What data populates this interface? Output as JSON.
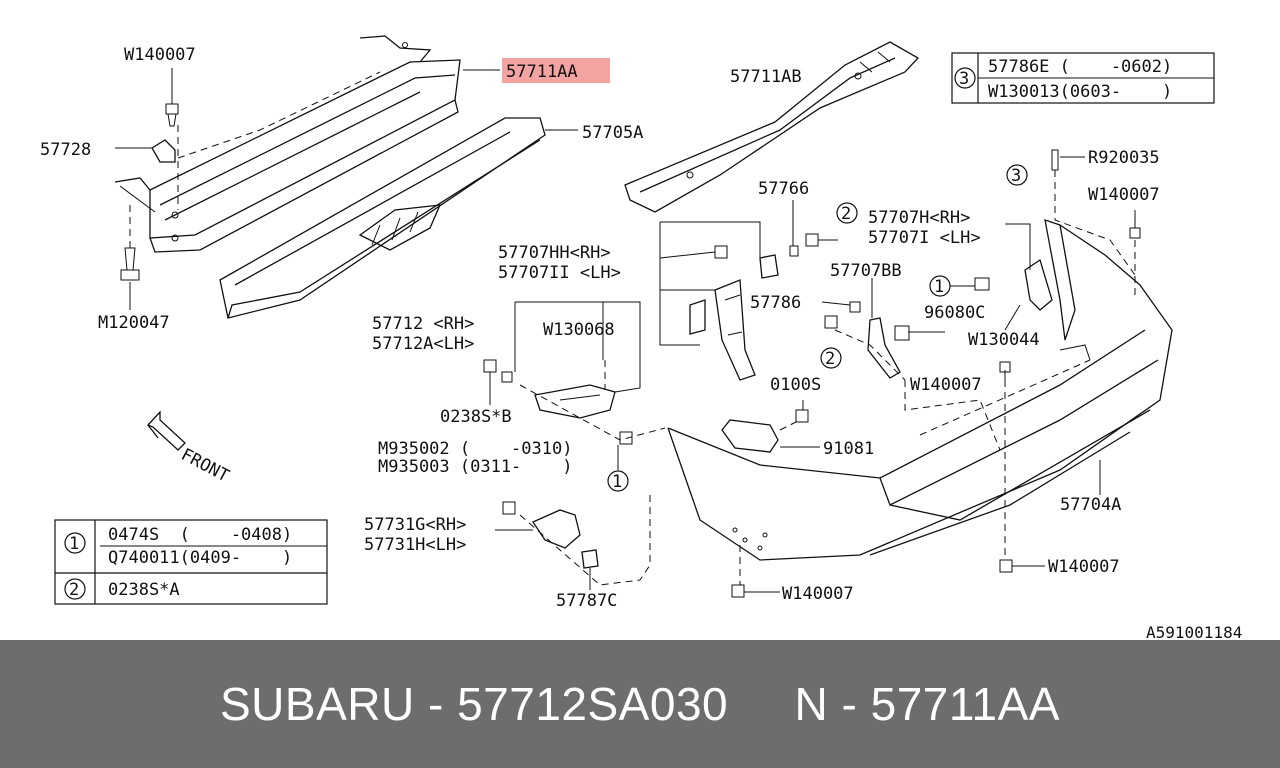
{
  "diagram": {
    "highlight_color": "#f4a3a3",
    "labels": {
      "w140007_top": "W140007",
      "p57711AA": "57711AA",
      "p57728": "57728",
      "p57705A": "57705A",
      "m120047": "M120047",
      "p57711AB": "57711AB",
      "p57766": "57766",
      "p57707HH": "57707HH<RH>",
      "p57707II": "57707II <LH>",
      "p57707H": "57707H<RH>",
      "p57707I": "57707I <LH>",
      "r920035": "R920035",
      "w140007_right": "W140007",
      "p57707BB": "57707BB",
      "p57786": "57786",
      "p96080C": "96080C",
      "w130044": "W130044",
      "p57712": "57712 <RH>",
      "p57712A": "57712A<LH>",
      "w130068": "W130068",
      "p0238S_B": "0238S*B",
      "w140007_mid": "W140007",
      "p0100S": "0100S",
      "p91081": "91081",
      "m935002": "M935002 (    -0310)",
      "m935003": "M935003 (0311-    )",
      "p57704A": "57704A",
      "p57731G": "57731G<RH>",
      "p57731H": "57731H<LH>",
      "w140007_lowright": "W140007",
      "p57787C": "57787C",
      "w140007_bottom": "W140007",
      "front": "FRONT",
      "ref_code": "A591001184"
    },
    "callouts": [
      "1",
      "2",
      "3"
    ],
    "legend_1": {
      "num": "1",
      "row1": "0474S  (    -0408)",
      "row2": "Q740011(0409-    )"
    },
    "legend_2": {
      "num": "2",
      "row1": "0238S*A"
    },
    "legend_3": {
      "num": "3",
      "row1": "57786E (    -0602)",
      "row2": "W130013(0603-    )"
    }
  },
  "footer": {
    "text": "SUBARU - 57712SA030     N - 57711AA"
  }
}
